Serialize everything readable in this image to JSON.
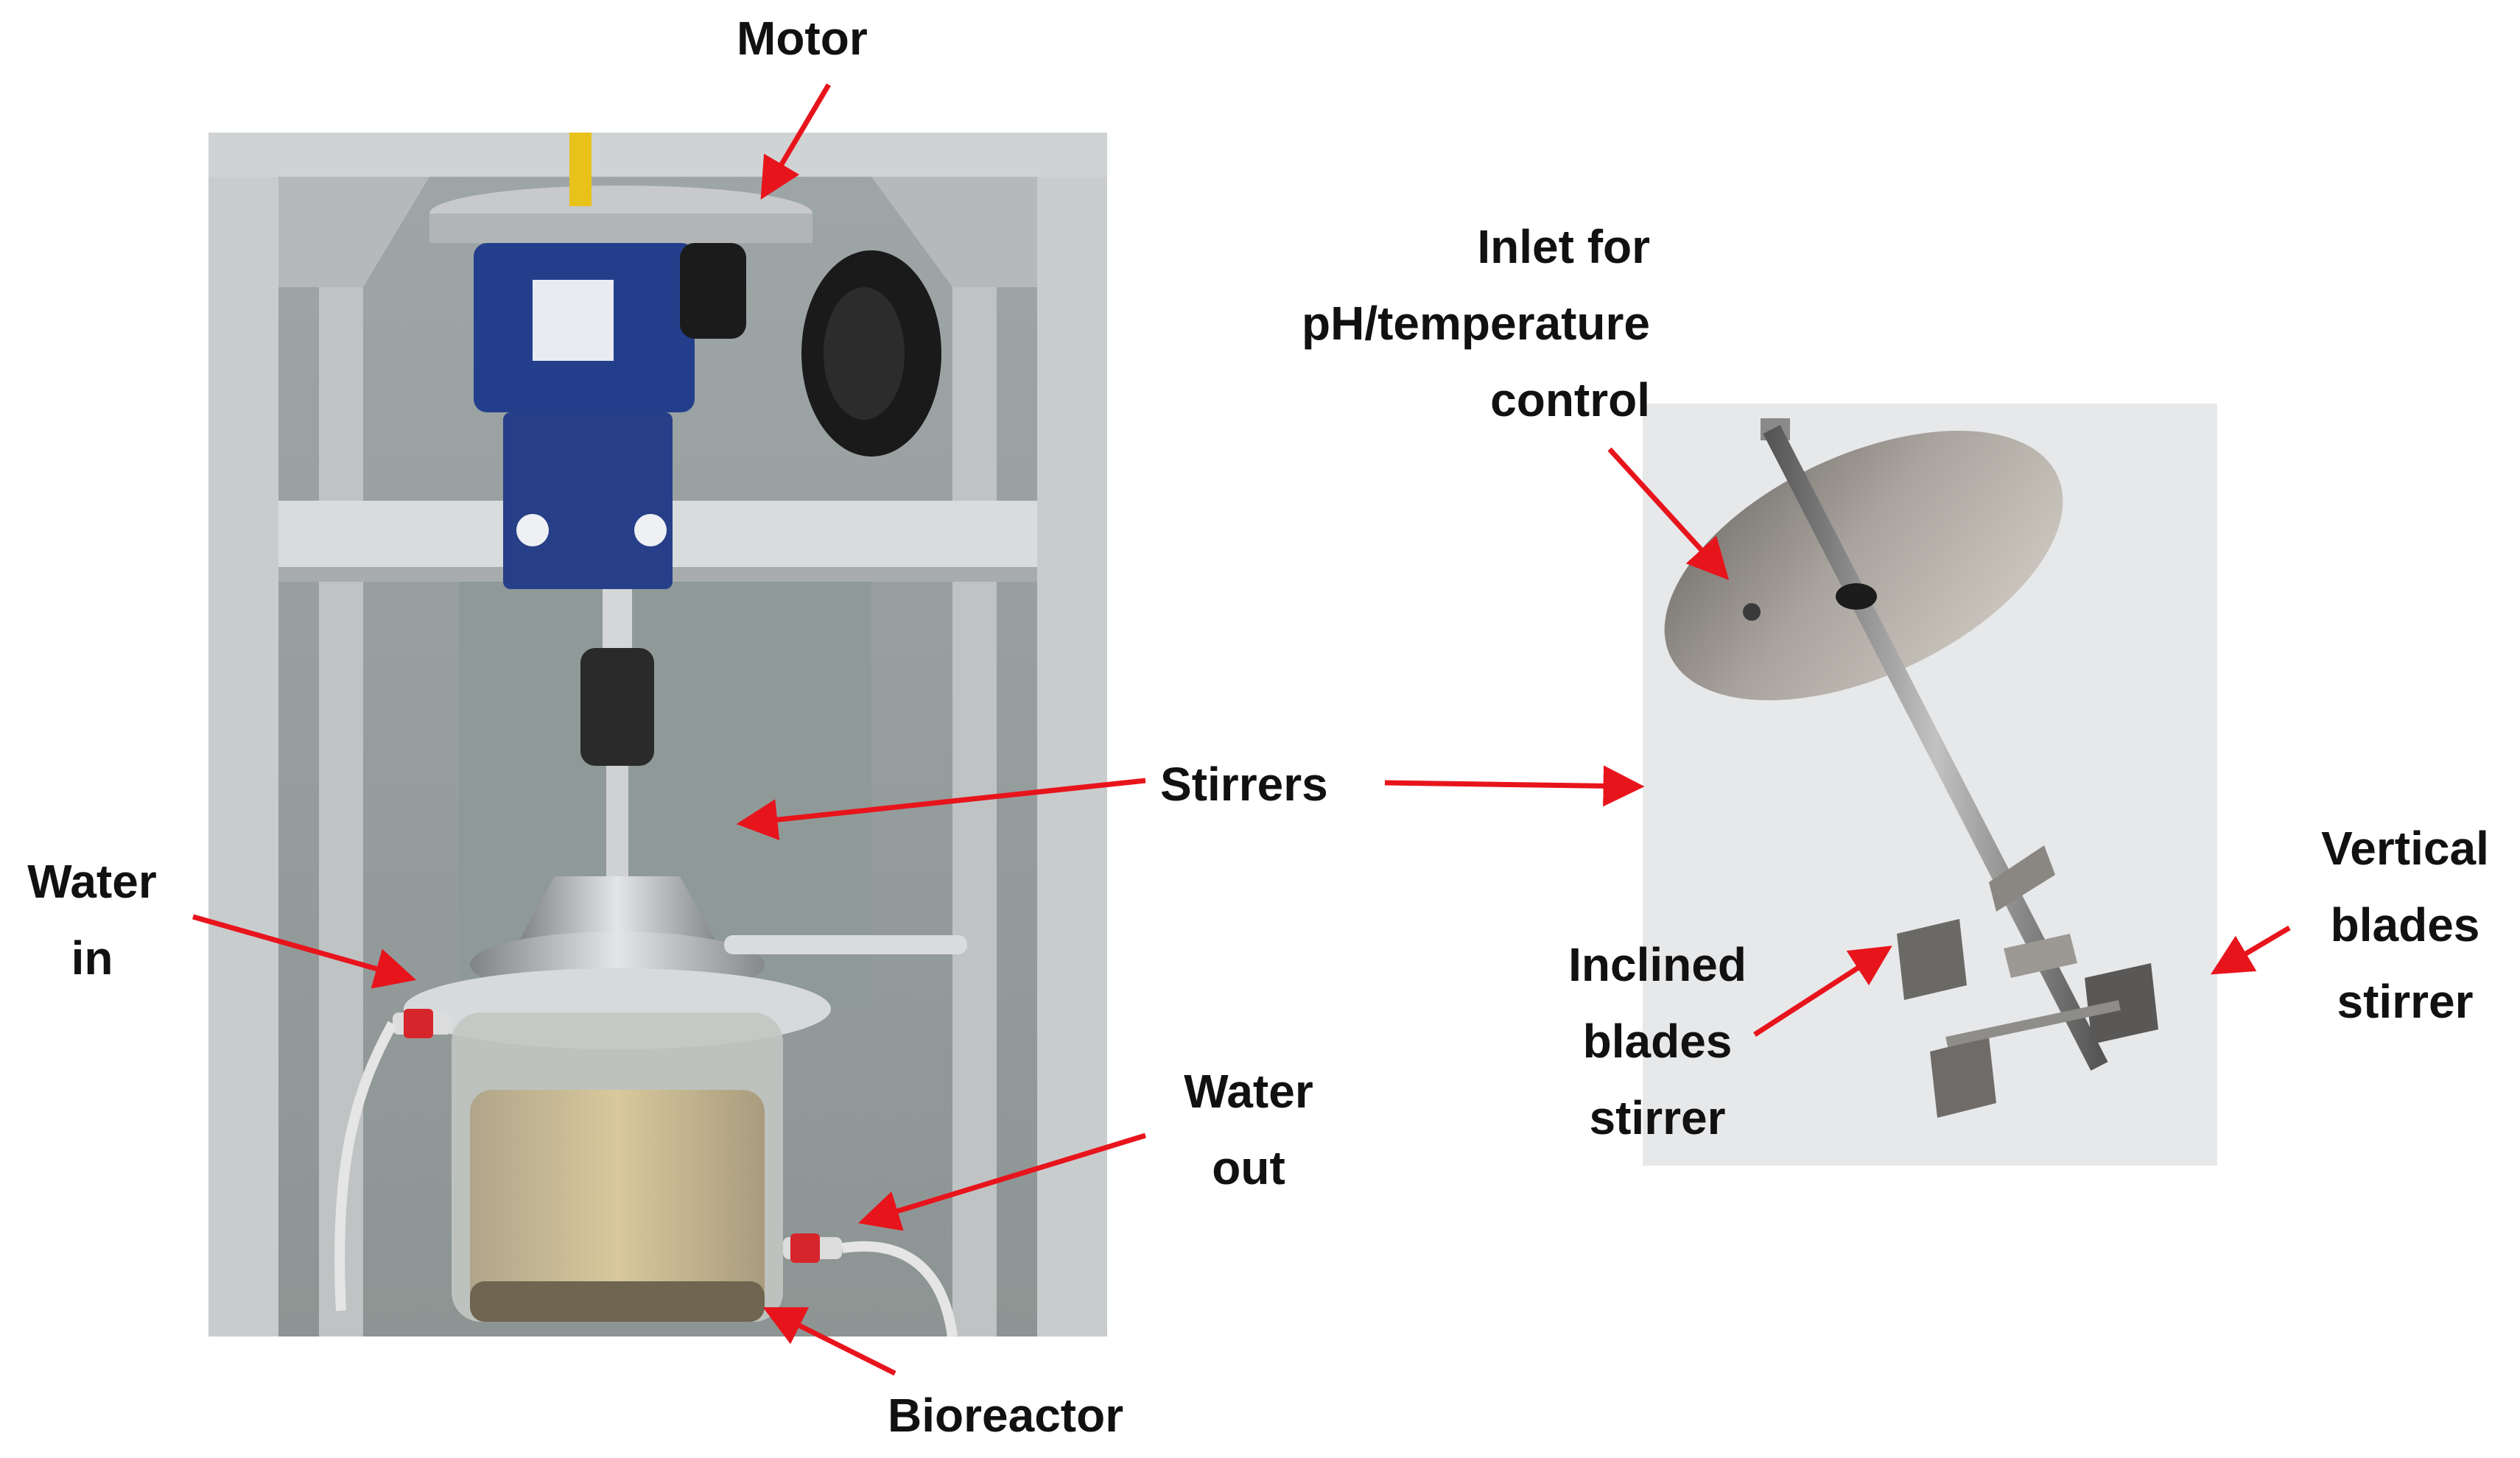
{
  "labels": {
    "motor": "Motor",
    "inlet": [
      "Inlet for",
      "pH/temperature",
      "control"
    ],
    "stirrers": "Stirrers",
    "water_in": [
      "Water",
      "in"
    ],
    "water_out": [
      "Water",
      "out"
    ],
    "bioreactor": "Bioreactor",
    "inclined": [
      "Inclined",
      "blades",
      "stirrer"
    ],
    "vertical": [
      "Vertical",
      "blades",
      "stirrer"
    ]
  },
  "colors": {
    "arrow": "#e8141c",
    "text": "#111111",
    "frame": "#b9bcbf",
    "motor": "#233f8c",
    "steel": "#a7a9ac",
    "broth": "#cdb98c"
  }
}
